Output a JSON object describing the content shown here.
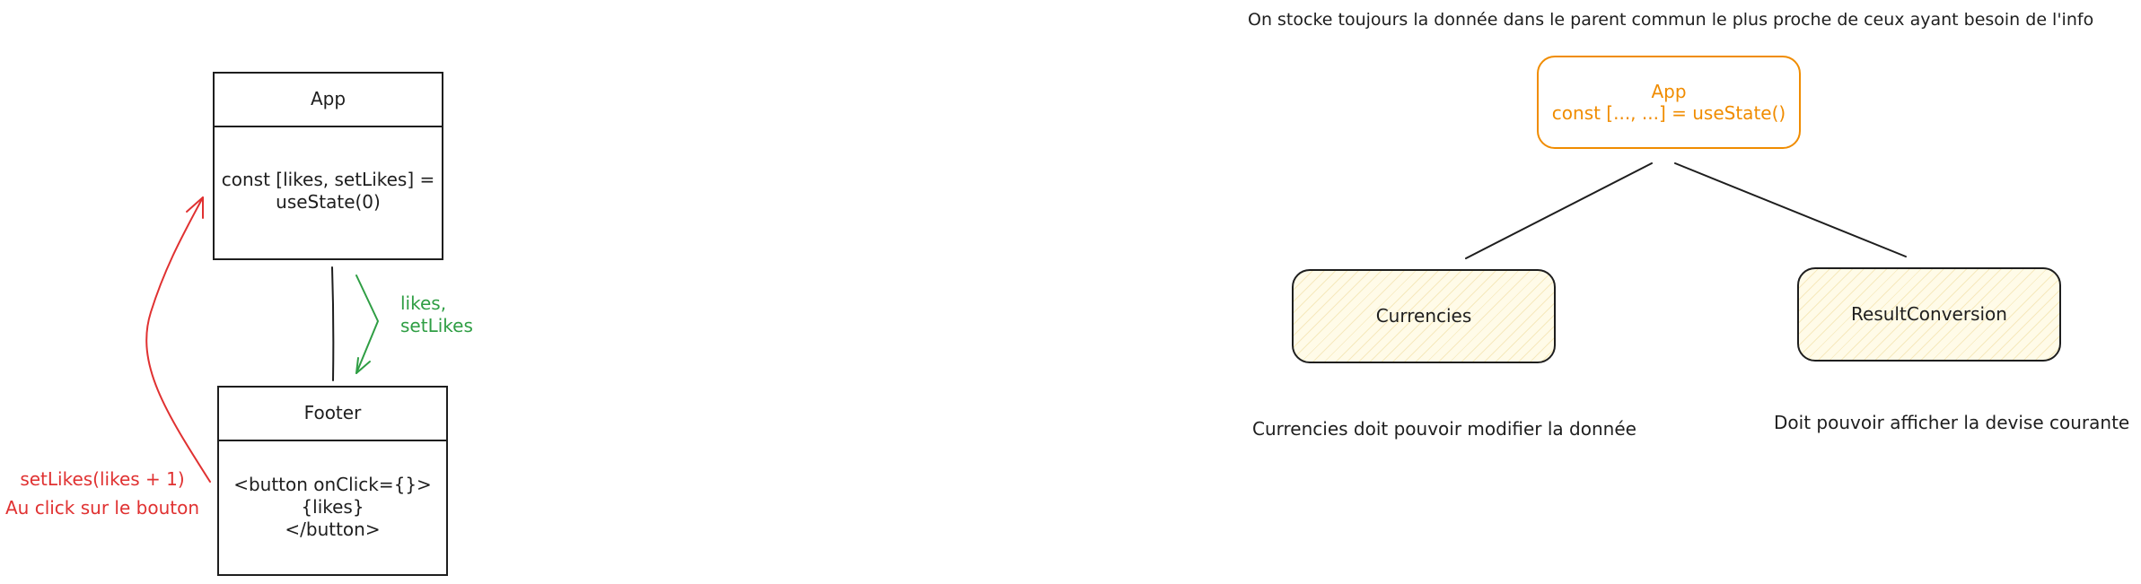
{
  "colors": {
    "ink": "#1e1e1e",
    "prop_flow": "#2f9e44",
    "callback_flow": "#e03131",
    "state_owner": "#f08c00",
    "child_fill": "#fff3bf"
  },
  "left_diagram": {
    "app_box": {
      "title": "App",
      "body_line1": "const [likes, setLikes] =",
      "body_line2": "useState(0)"
    },
    "props_label": {
      "line1": "likes,",
      "line2": "setLikes"
    },
    "footer_box": {
      "title": "Footer",
      "body_line1": "<button onClick={}>",
      "body_line2": "{likes}",
      "body_line3": "</button>"
    },
    "callback_label": {
      "line1": "setLikes(likes + 1)",
      "line2": "Au click sur le bouton"
    }
  },
  "right_diagram": {
    "caption": "On stocke toujours la donnée dans le parent commun le plus proche de ceux ayant besoin de l'info",
    "app_node": {
      "line1": "App",
      "line2": "const [..., ...] = useState()"
    },
    "currencies_node": {
      "label": "Currencies",
      "note": "Currencies doit pouvoir modifier la donnée"
    },
    "result_node": {
      "label": "ResultConversion",
      "note": "Doit pouvoir afficher la devise courante"
    }
  }
}
